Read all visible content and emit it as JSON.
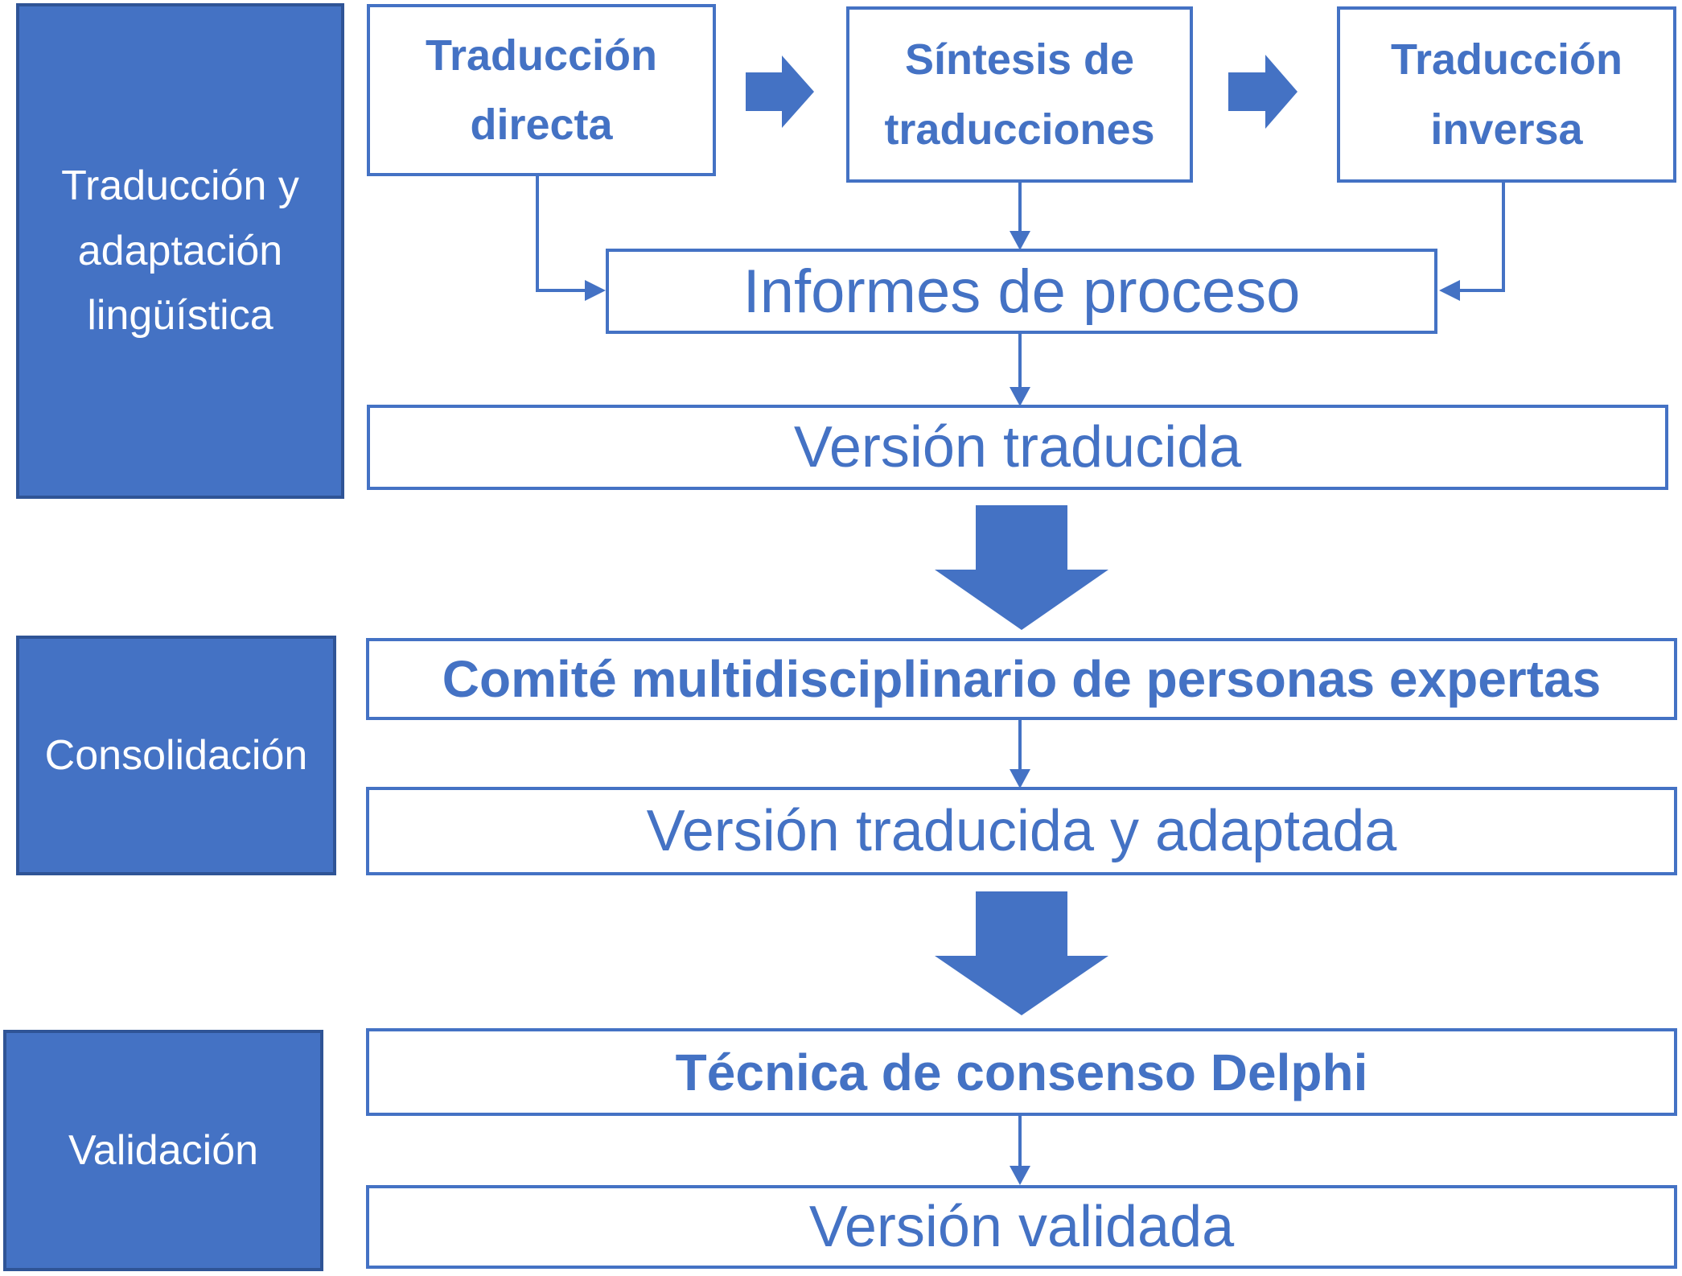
{
  "stages": [
    {
      "label": "Traducción y adaptación lingüística"
    },
    {
      "label": "Consolidación"
    },
    {
      "label": "Validación"
    }
  ],
  "row1": [
    {
      "label": "Traducción directa"
    },
    {
      "label": "Síntesis de traducciones"
    },
    {
      "label": "Traducción inversa"
    }
  ],
  "flow": {
    "informes": "Informes de proceso",
    "version_traducida": "Versión traducida",
    "comite": "Comité multidisciplinario de personas expertas",
    "version_adaptada": "Versión traducida y adaptada",
    "delphi": "Técnica de consenso Delphi",
    "version_validada": "Versión validada"
  },
  "colors": {
    "shape_blue": "#4472C4",
    "dark_border": "#2F5496",
    "text_white": "#FFFFFF",
    "bg": "#FFFFFF"
  }
}
